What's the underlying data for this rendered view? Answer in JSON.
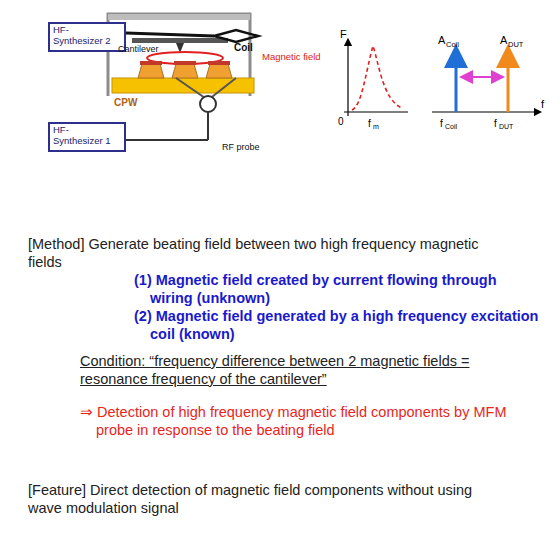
{
  "diagram": {
    "nodes": [
      {
        "text": [
          "HF- Synthesizer 2"
        ]
      },
      {
        "text": [
          "HF- Synthesizer 1"
        ]
      }
    ],
    "labels": [
      "Coil",
      "Cantilever",
      "Magnetic field",
      "CPW",
      "RF probe",
      "F",
      "0",
      "f",
      "m",
      "A",
      "Coil",
      "A",
      "DUT",
      "f",
      "f",
      "Coil",
      "f",
      "DUT",
      "[Method] Generate beating field between two high frequency magnetic fields",
      "(1) Magnetic field created by current flowing through wiring (unknown)",
      "(2) Magnetic field generated by a high frequency excitation coil (known)",
      "Condition: “frequency difference between 2 magnetic fields = resonance frequency of the cantilever”",
      "⇒ Detection of high frequency magnetic field components by MFM probe in response to the beating field",
      "[Feature] Direct detection of magnetic field components without using wave modulation signal"
    ]
  }
}
